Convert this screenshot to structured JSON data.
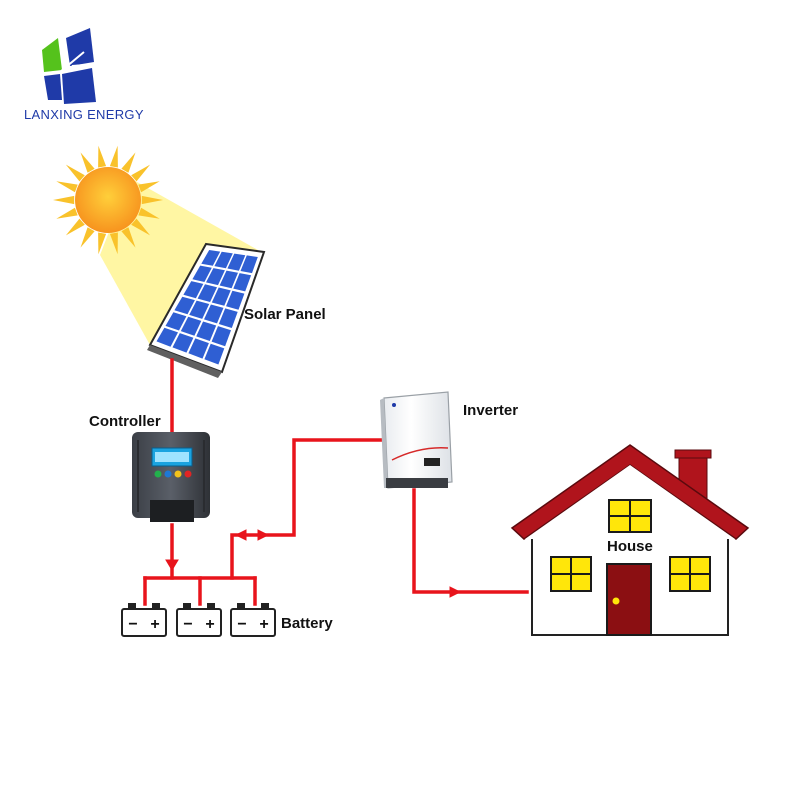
{
  "brand": {
    "name": "LANXING ENERGY",
    "logo_icon": "lanxing-logo-icon"
  },
  "labels": {
    "solar_panel": "Solar Panel",
    "controller": "Controller",
    "inverter": "Inverter",
    "house": "House",
    "battery": "Battery"
  },
  "battery": {
    "count": 3,
    "minus": "−",
    "plus": "+"
  },
  "colors": {
    "wire": "#e8141c",
    "sun": "#f7931e",
    "sun_rays": "#f9c22b",
    "beam": "#fff6a3",
    "panel_cell": "#2f5fd3",
    "roof": "#b0141c",
    "door": "#8b0f12",
    "window": "#ffe60a",
    "logo_blue": "#1f3aa8",
    "logo_green": "#55c21c"
  },
  "icons": [
    "sun-icon",
    "solar-panel-icon",
    "charge-controller-icon",
    "inverter-icon",
    "house-icon",
    "battery-icon"
  ]
}
